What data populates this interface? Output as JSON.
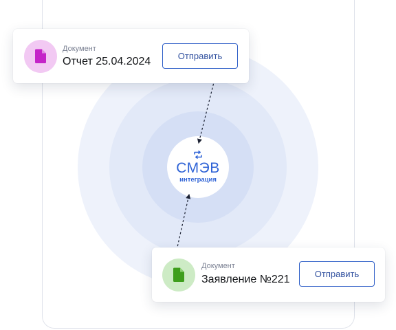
{
  "hub": {
    "title": "СМЭВ",
    "subtitle": "интеграция",
    "icon": "sync-arrows-icon"
  },
  "cards": [
    {
      "kind": "Документ",
      "name": "Отчет 25.04.2024",
      "button": "Отправить",
      "icon": "document-icon",
      "icon_color": "#c424c8",
      "avatar_bg": "#f2c9f3"
    },
    {
      "kind": "Документ",
      "name": "Заявление №221",
      "button": "Отправить",
      "icon": "document-icon",
      "icon_color": "#3e9e1c",
      "avatar_bg": "#cdebc5"
    }
  ],
  "colors": {
    "accent": "#2f63d6",
    "ring_outer": "#eef2fb",
    "ring_mid": "#e2e9f8",
    "ring_inner": "#d5dff5"
  }
}
